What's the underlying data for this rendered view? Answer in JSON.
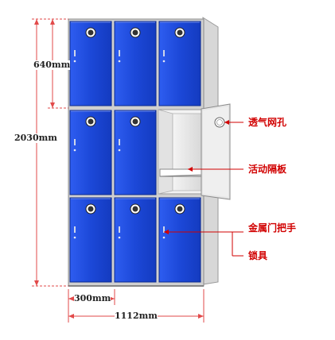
{
  "dimensions": {
    "door_height": "640mm",
    "total_height": "2030mm",
    "door_width": "300mm",
    "total_width": "1112mm"
  },
  "callouts": {
    "vent_hole": "透气网孔",
    "movable_shelf": "活动隔板",
    "metal_handle": "金属门把手",
    "lock": "锁具"
  },
  "colors": {
    "door_blue": "#1c48d8",
    "callout_red": "#d10000",
    "dimension_line": "#e24a4a"
  },
  "locker": {
    "rows": 3,
    "columns": 3,
    "open_door": {
      "row": 2,
      "column": 3
    }
  }
}
